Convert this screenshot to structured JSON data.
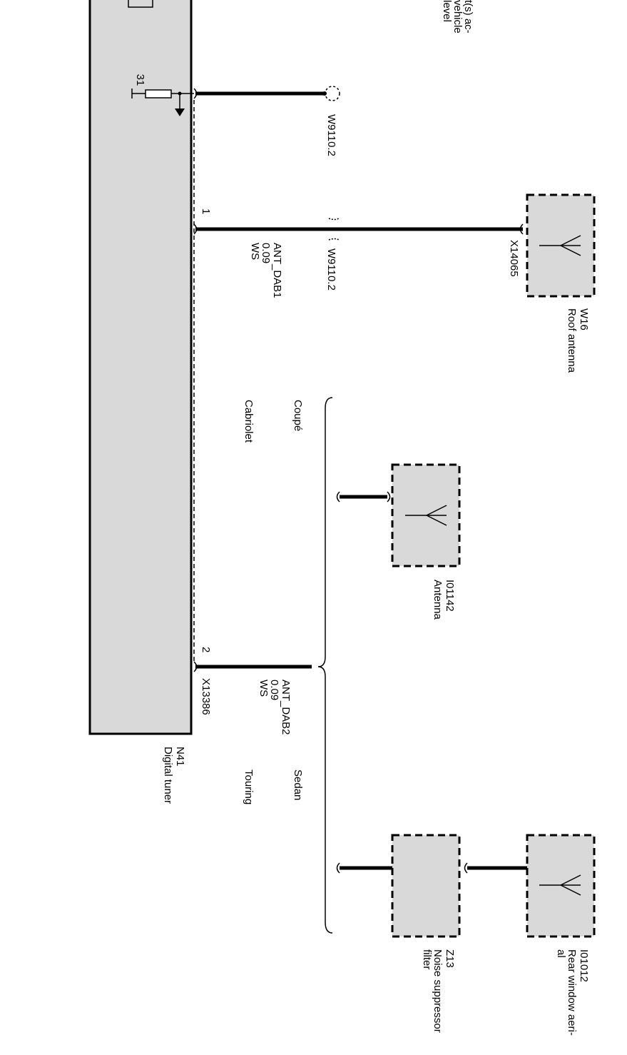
{
  "header_note": {
    "line1": "t(s) ac-",
    "line2": "vehicle",
    "line3": "level"
  },
  "tuner": {
    "id": "N41",
    "name": "Digital tuner",
    "connector": "X13386",
    "ground_label": "31"
  },
  "pins": {
    "pin1": "1",
    "pin2": "2"
  },
  "wires": {
    "shield_ref": "W9110.2",
    "dab1_ref": "W9110.2",
    "dab1": {
      "name": "ANT_DAB1",
      "size": "0.09",
      "color": "WS"
    },
    "dab2": {
      "name": "ANT_DAB2",
      "size": "0.09",
      "color": "WS"
    }
  },
  "components": {
    "w16": {
      "id": "W16",
      "name": "Roof antenna",
      "connector": "X14065"
    },
    "i01142": {
      "id": "I01142",
      "name": "Antenna"
    },
    "i01012": {
      "id": "I01012",
      "name_line1": "Rear window aeri-",
      "name_line2": "al"
    },
    "z13": {
      "id": "Z13",
      "name_line1": "Noise suppressor",
      "name_line2": "filter"
    }
  },
  "variants": {
    "coupe": "Coupé",
    "cabriolet": "Cabriolet",
    "sedan": "Sedan",
    "touring": "Touring"
  }
}
